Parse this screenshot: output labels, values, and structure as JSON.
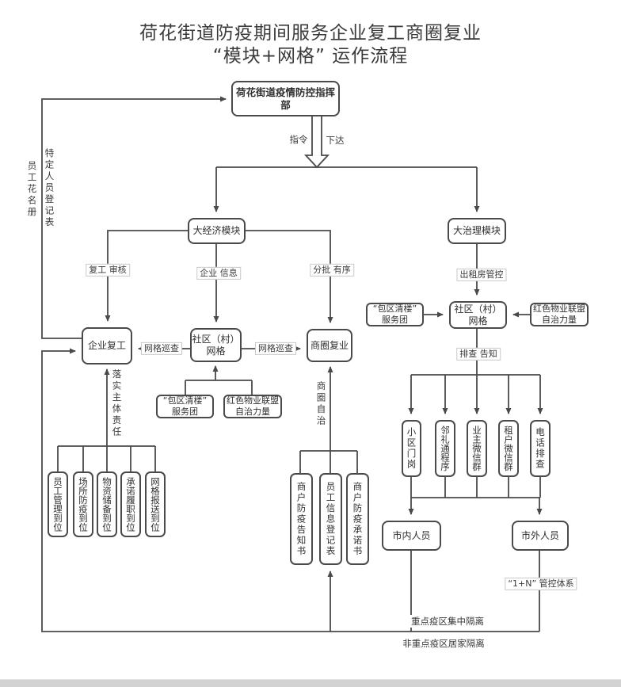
{
  "title": {
    "line1": "荷花街道防疫期间服务企业复工商圈复业",
    "line2": "“模块+网格” 运作流程"
  },
  "nodes": {
    "hq": "荷花街道疫情防控指挥部",
    "econ": "大经济模块",
    "gov": "大治理模块",
    "enterprise_resume": "企业复工",
    "community_grid_mid": "社区（村）\n网格",
    "biz_circle_resume": "商圈复业",
    "baoqu_mid": "“包区清楼”\n服务团",
    "redprop_mid": "红色物业联盟\n自治力量",
    "baoqu_right": "“包区清楼”\n服务团",
    "community_grid_right": "社区（村）\n网格",
    "redprop_right": "红色物业联盟\n自治力量",
    "gate": "小区门岗",
    "linli_app": "邻礼通程序",
    "owner_wechat": "业主微信群",
    "tenant_wechat": "租户微信群",
    "phone_check": "电话排查",
    "city_inside": "市内人员",
    "city_outside": "市外人员",
    "staff_mgmt": "员工管理到位",
    "site_prevent": "场所防疫到位",
    "supplies": "物资储备到位",
    "promise_duty": "承诺履职到位",
    "grid_report": "网格报送到位",
    "notice_book": "商户防疫告知书",
    "staff_form": "员工信息登记表",
    "promise_book": "商户防疫承诺书"
  },
  "edge_labels": {
    "zhiling": "指令",
    "xiada": "下达",
    "fugong_shenhe": "复工 审核",
    "qiye_xinxi": "企业 信息",
    "fenpi_youxu": "分批 有序",
    "chuzufang_guankong": "出租房管控",
    "wangge_xuncha_left": "网格巡查",
    "wangge_xuncha_right": "网格巡查",
    "paicha_gaozhi": "排查 告知",
    "one_plus_n": "“1+N” 管控体系",
    "zhongdian_geli": "重点疫区集中隔离",
    "fei_zhongdian_geli": "非重点疫区居家隔离"
  },
  "side_labels": {
    "teding_dengjibiao": "特定人员登记表",
    "huamingce": "员工花名册",
    "luoshi_zhuti_zeren": "落实主体责任",
    "shangquan_zizhi": "商圈自治"
  },
  "colors": {
    "line": "#4a4a4a",
    "label_border": "#c9c9c9",
    "bottom_strip": "#d2d2d2"
  }
}
